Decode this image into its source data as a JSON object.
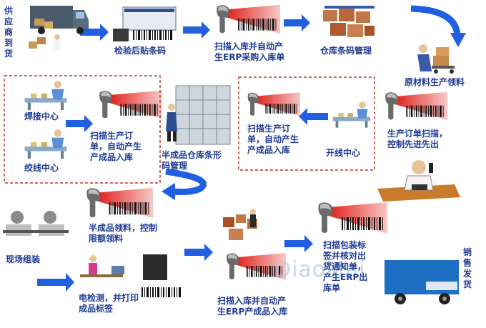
{
  "labels": {
    "supplier": "供\n应\n商\n到\n货",
    "inspect": "检验后贴条码",
    "scan_purchase": "扫描入库并自动产\n生ERP采购入库单",
    "warehouse": "仓库条码管理",
    "raw_material": "原材料生产领料",
    "welding": "焊接中心",
    "stranding": "绞线中心",
    "scan_order_left": "扫描生产订\n单，自动产生\n产成品入库",
    "semi_warehouse": "半成品仓库条形\n码管理",
    "scan_order_right": "扫描生产订\n单，自动产生\n产成品入库",
    "line_open": "开线中心",
    "order_scan_fifo": "生产订单扫描，\n控制先进先出",
    "semi_picking": "半成品领料，控制\n限额领料",
    "assembly": "现场组装",
    "electric_test": "电检测，并打印\n成品标签",
    "scan_finished": "扫描入库并自动产\n生ERP产成品入库",
    "scan_package": "扫描包装标\n签并核对出\n货通知单，\n产生ERP出\n库单",
    "sales": "销\n售\n发\n货"
  },
  "watermark": "DiaoMai",
  "colors": {
    "arrow": "#1f5fe0",
    "label": "#1f3a93",
    "box": "#c0392b",
    "laser": "#e0201a"
  }
}
